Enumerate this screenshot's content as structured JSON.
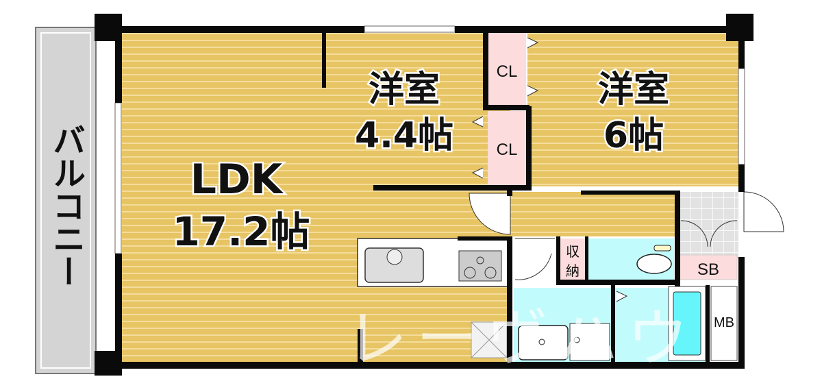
{
  "plan": {
    "balcony": "バルコニー",
    "ldk": {
      "name": "LDK",
      "size": "17.2帖"
    },
    "bedroom1": {
      "name": "洋室",
      "size": "4.4帖"
    },
    "bedroom2": {
      "name": "洋室",
      "size": "6帖"
    },
    "closet_upper": "CL",
    "closet_lower": "CL",
    "storage": [
      "収",
      "納"
    ],
    "shoe_box": "SB",
    "meter_box": "MB",
    "watermark": "レーヴハウ"
  },
  "colors": {
    "floor": "#e7c464",
    "floor_stripe": "#f4dd9c",
    "closet": "#fcdcdc",
    "wet_area": "#c2fbfc",
    "entrance_tile": "#e2e2e2",
    "wall": "#0a0a0a",
    "balcony": "#d4d4d4"
  }
}
